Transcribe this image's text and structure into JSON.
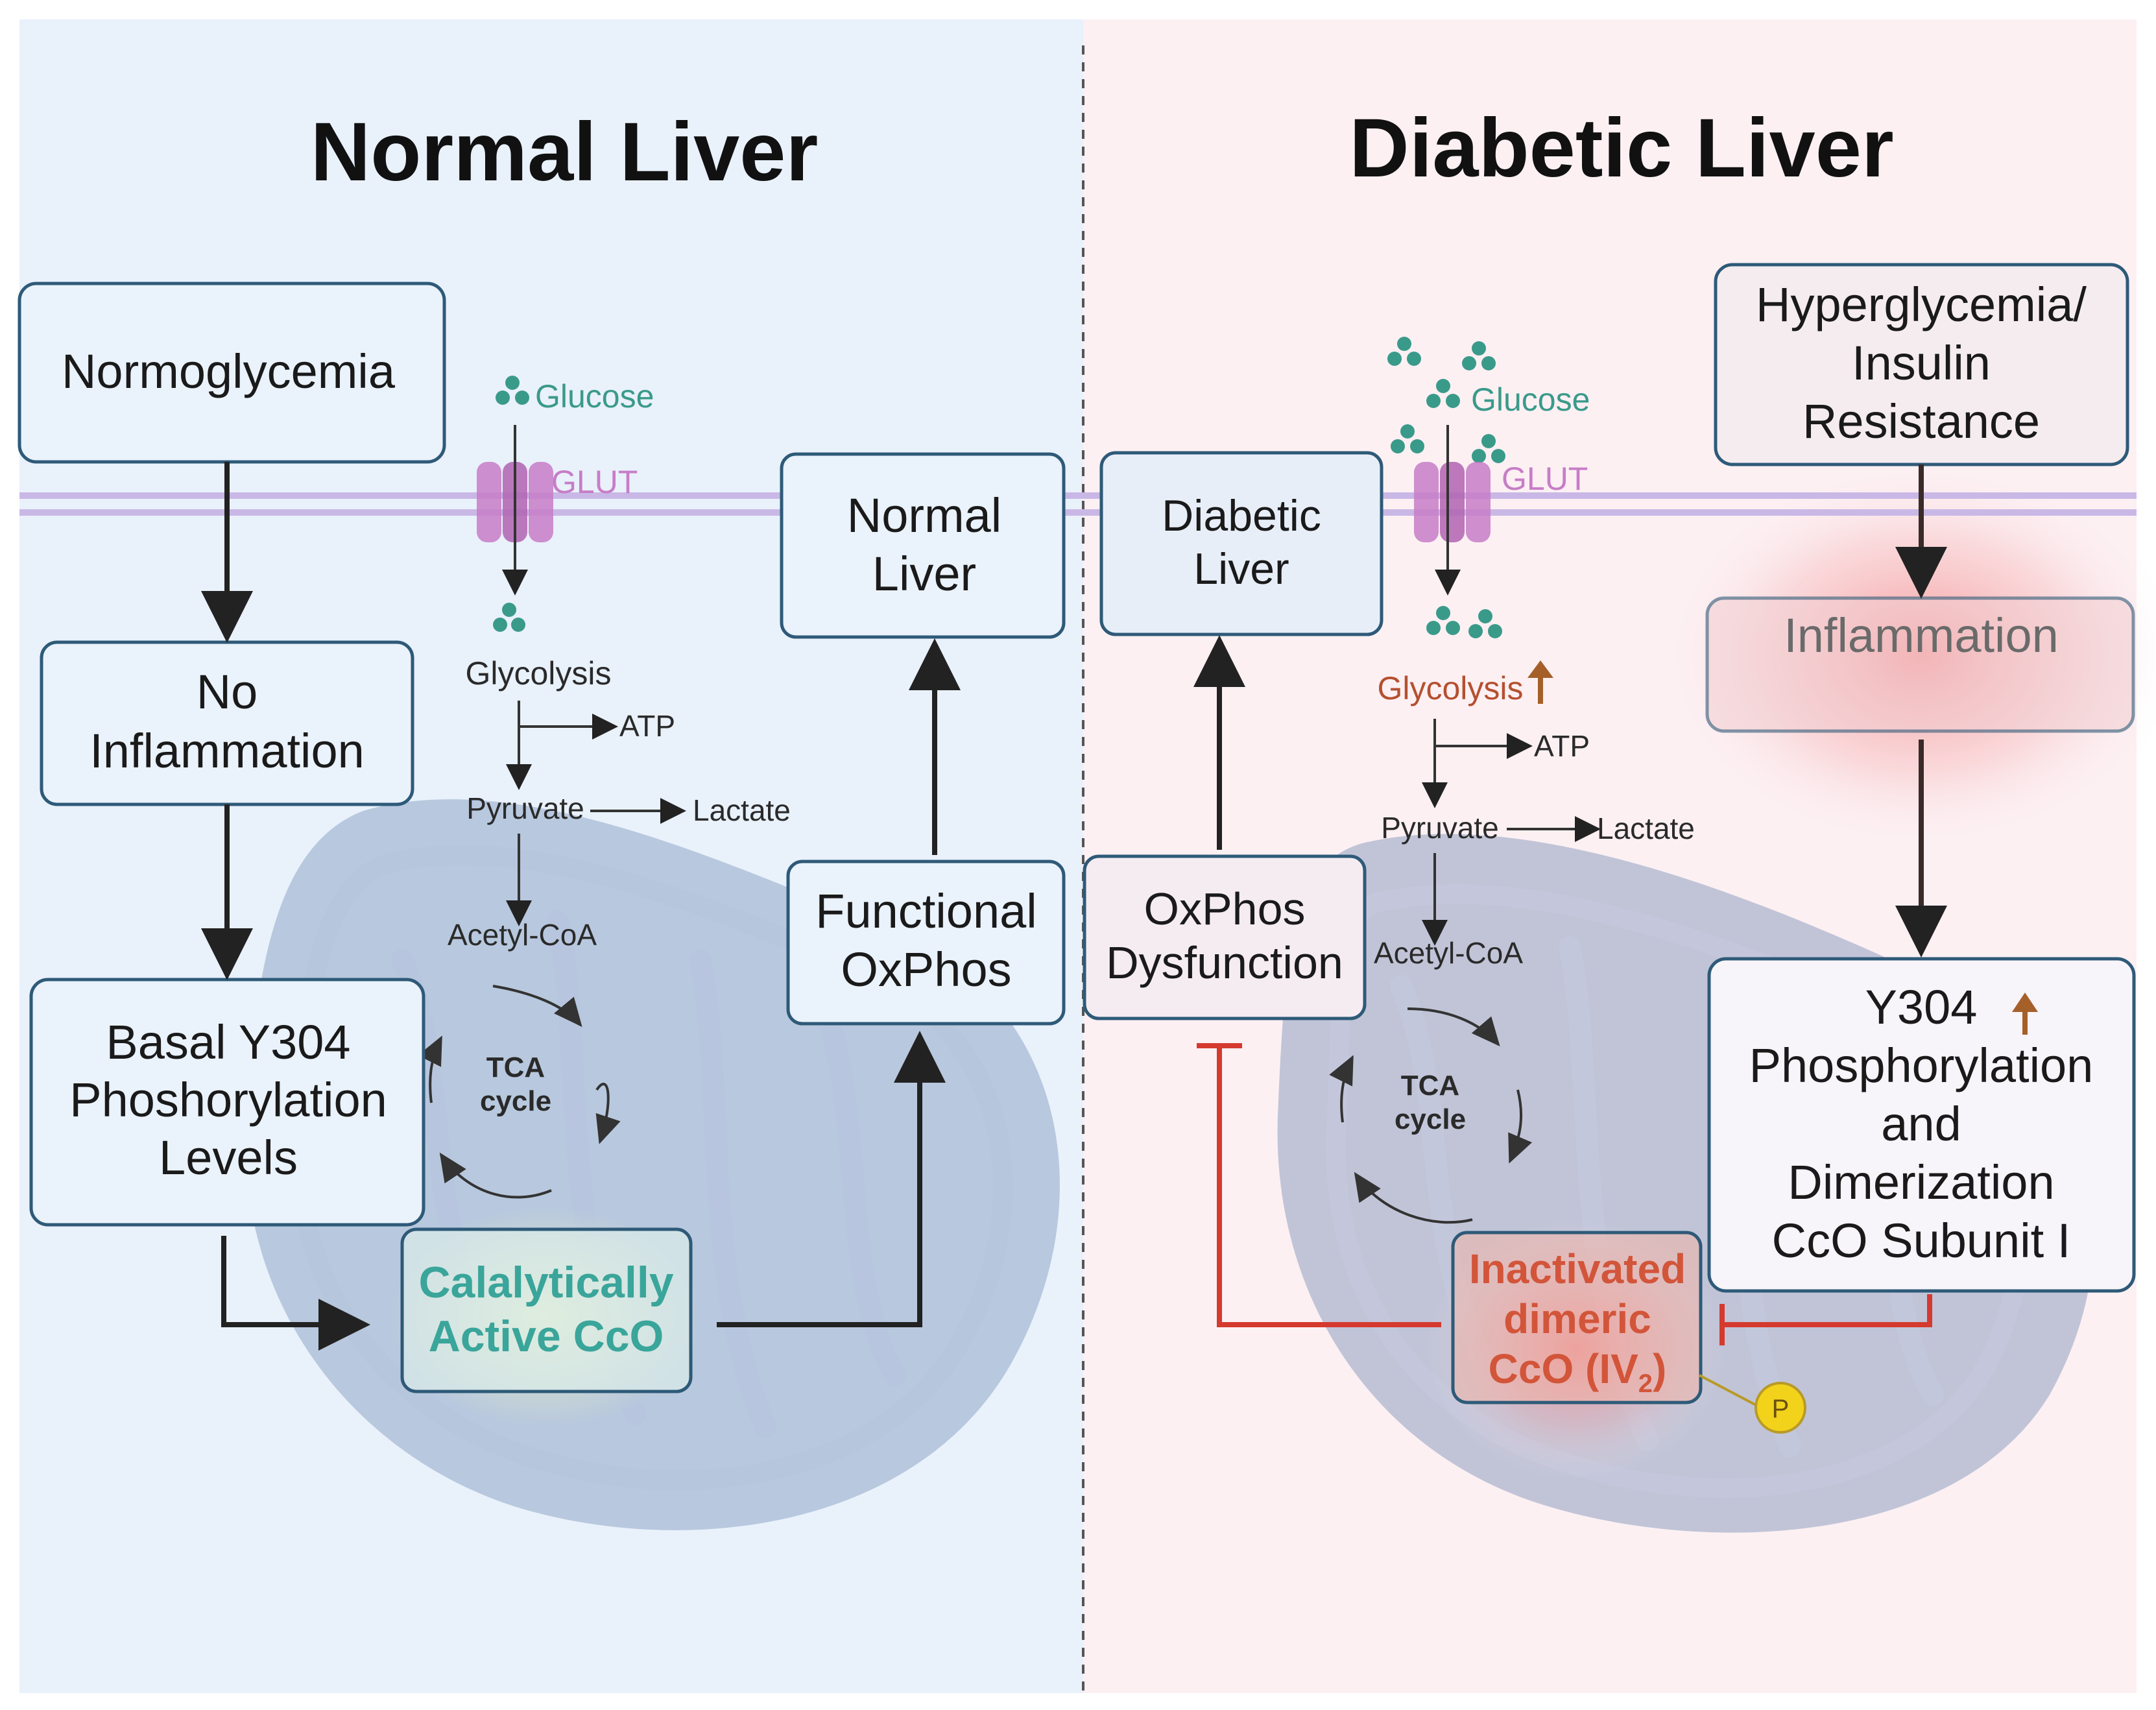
{
  "titles": {
    "left": "Normal Liver",
    "right": "Diabetic Liver"
  },
  "left": {
    "normoglycemia": "Normoglycemia",
    "no_inflammation": [
      "No",
      "Inflammation"
    ],
    "basal": [
      "Basal Y304",
      "Phoshorylation",
      "Levels"
    ],
    "active_cco": [
      "Calalytically",
      "Active CcO"
    ],
    "functional": [
      "Functional",
      "OxPhos"
    ],
    "normal_liver": [
      "Normal",
      "Liver"
    ],
    "glucose": "Glucose",
    "glut": "GLUT",
    "glycolysis": "Glycolysis",
    "atp": "ATP",
    "pyruvate": "Pyruvate",
    "lactate": "Lactate",
    "acetyl": "Acetyl-CoA",
    "tca": [
      "TCA",
      "cycle"
    ]
  },
  "right": {
    "hyper": [
      "Hyperglycemia/",
      "Insulin",
      "Resistance"
    ],
    "inflammation": "Inflammation",
    "y304": [
      "Y304",
      "Phosphorylation",
      "and",
      "Dimerization",
      "CcO Subunit I"
    ],
    "inactivated": [
      "Inactivated",
      "dimeric",
      "CcO (IV",
      "2",
      ")"
    ],
    "phospho": "P",
    "dysfunction": [
      "OxPhos",
      "Dysfunction"
    ],
    "diabetic_liver": [
      "Diabetic",
      "Liver"
    ],
    "glucose": "Glucose",
    "glut": "GLUT",
    "glycolysis": "Glycolysis",
    "atp": "ATP",
    "pyruvate": "Pyruvate",
    "lactate": "Lactate",
    "acetyl": "Acetyl-CoA",
    "tca": [
      "TCA",
      "cycle"
    ]
  },
  "colors": {
    "left_bg": "#e9f1fb",
    "right_bg": "#fcf0f3",
    "box_border": "#2e5a78",
    "teal": "#3aa59a",
    "glut": "#c77dc7",
    "inhibit": "#d43a2e",
    "up_arrow": "#a5602a",
    "phospho": "#f2d21a"
  }
}
